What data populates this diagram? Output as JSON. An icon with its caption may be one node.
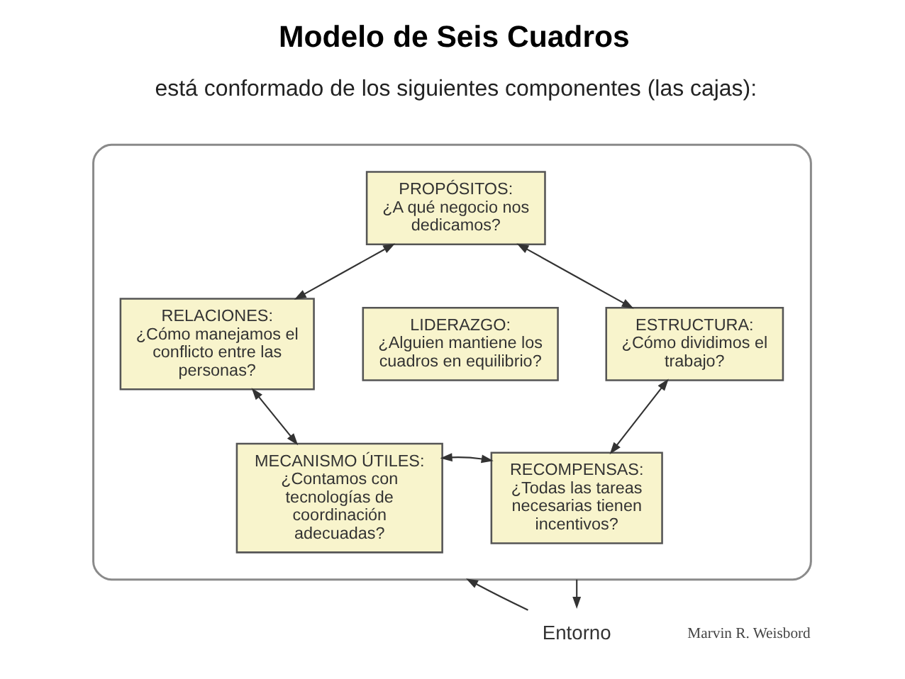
{
  "diagram": {
    "title": "Modelo de Seis Cuadros",
    "nodes": [
      {
        "text": [],
        "shape": "ellipse"
      },
      {
        "text": [
          "PROPÓSITOS:",
          "¿A qué negocio nos dedicamos?"
        ],
        "in": 0
      },
      {
        "text": [
          "RELACIONES:",
          "¿Cómo manejamos el conflicto entre las personas?"
        ],
        "in": 0
      },
      {
        "text": [
          "LIDERAZGO:",
          "¿Alguien mantiene los cuadros en equilibrio?"
        ],
        "in": 0
      },
      {
        "text": [
          "ESTRUCTURA:",
          "¿Cómo dividimos el trabajo?"
        ],
        "in": 0
      },
      {
        "text": [
          "MECANISMO ÚTILES:",
          "¿Contamos con tecnologías de coordinación adecuadas?"
        ],
        "in": 0
      },
      {
        "text": [
          "RECOMPENSAS:",
          "¿Todas las tareas necesarias tienen incentivos?"
        ],
        "in": 0
      },
      {
        "text": [
          "Entorno"
        ]
      }
    ],
    "edges": [
      {
        "from": 1,
        "to": 2,
        "arrow": "both"
      },
      {
        "from": 1,
        "to": 4,
        "arrow": "both"
      },
      {
        "from": 2,
        "to": 5,
        "arrow": "both"
      },
      {
        "from": 4,
        "to": 6,
        "arrow": "both"
      },
      {
        "from": 5,
        "to": 6,
        "arrow": "both"
      },
      {
        "from": 0,
        "to": 7,
        "arrow": "to"
      },
      {
        "from": 7,
        "to": 0,
        "arrow": "to"
      }
    ],
    "labels": [
      "está conformado de los siguientes componentes (las cajas):",
      "Marvin R. Weisbord"
    ]
  }
}
